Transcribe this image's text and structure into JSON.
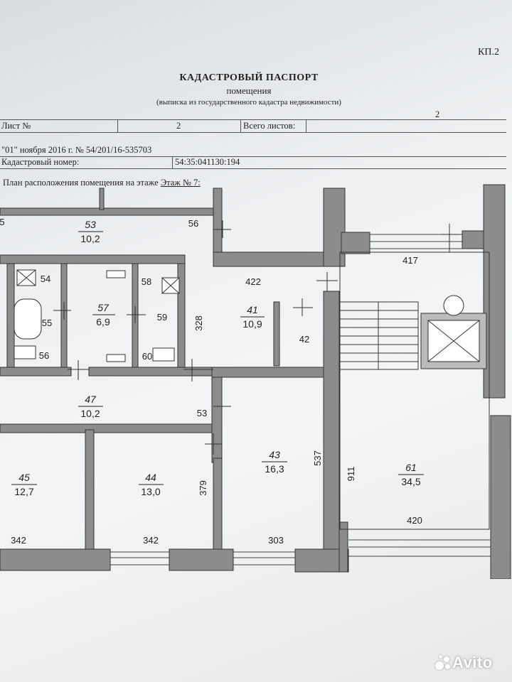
{
  "header": {
    "sheet_code": "КП.2",
    "title": "КАДАСТРОВЫЙ ПАСПОРТ",
    "subtitle": "помещения",
    "note": "(выписка из государственного кадастра недвижимости)"
  },
  "table": {
    "sheet_label": "Лист №",
    "sheet_value": "2",
    "total_label": "Всего листов:",
    "total_value": "2",
    "date_line": "\"01\" ноября 2016 г. № 54/201/16-535703",
    "cadastral_label": "Кадастровый номер:",
    "cadastral_value": "54:35:041130:194"
  },
  "plan": {
    "title_prefix": "План расположения помещения на этаже",
    "floor": "Этаж № 7:",
    "rooms": [
      {
        "id": "r53a",
        "num": "53",
        "area": "10,2"
      },
      {
        "id": "r57",
        "num": "57",
        "area": "6,9"
      },
      {
        "id": "r41",
        "num": "41",
        "area": "10,9"
      },
      {
        "id": "r47",
        "num": "47",
        "area": "10,2"
      },
      {
        "id": "r45",
        "num": "45",
        "area": "12,7"
      },
      {
        "id": "r44",
        "num": "44",
        "area": "13,0"
      },
      {
        "id": "r43",
        "num": "43",
        "area": "16,3"
      },
      {
        "id": "r61",
        "num": "61",
        "area": "34,5"
      }
    ],
    "labels": {
      "l5": "5",
      "l56a": "56",
      "l54": "54",
      "l55": "55",
      "l56b": "56",
      "l58": "58",
      "l59": "59",
      "l60": "60",
      "l42": "42",
      "l422": "422",
      "l328": "328",
      "l417": "417",
      "l53b": "53",
      "l379": "379",
      "l537": "537",
      "l911": "911",
      "l420": "420",
      "l342a": "342",
      "l342b": "342",
      "l303": "303"
    }
  },
  "watermark": "Avito"
}
